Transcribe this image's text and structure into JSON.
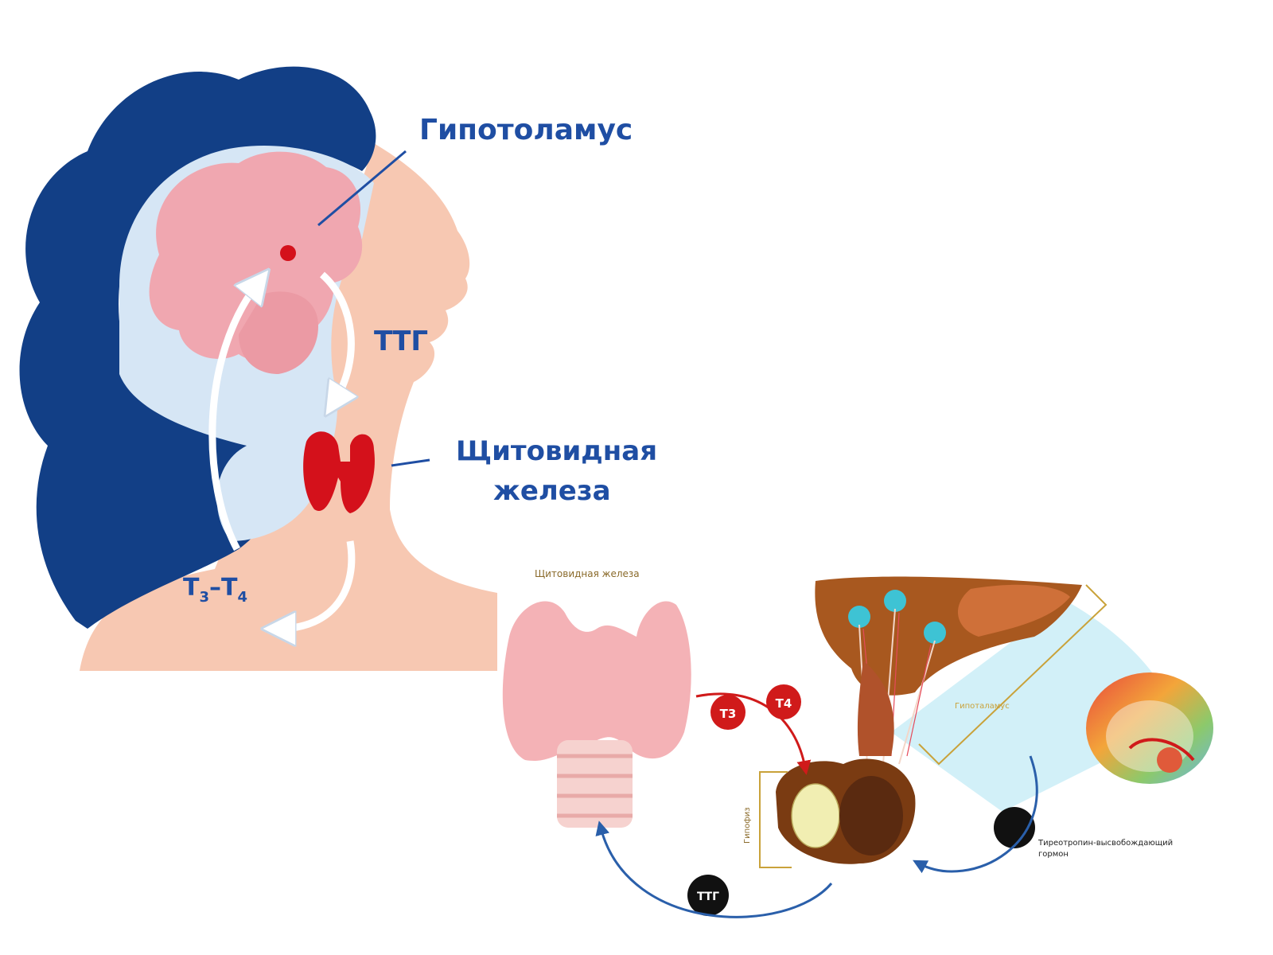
{
  "top": {
    "label_hypothalamus": "Гипотоламус",
    "label_tsh": "ТТГ",
    "label_thyroid_1": "Щитовидная",
    "label_thyroid_2": "железа",
    "label_hormones": "T",
    "sub_3": "3",
    "dash": "–T",
    "sub_4": "4"
  },
  "bottom": {
    "label_thyroid": "Щитовидная железа",
    "label_hypothalamus": "Гипоталамус",
    "label_pituitary": "Гипофиз",
    "label_trh_1": "Тиреотропин-высвобождающий",
    "label_trh_2": "гормон",
    "badge_t3": "T3",
    "badge_t4": "T4",
    "badge_tsh": "ТТГ"
  },
  "colors": {
    "hair": "#123f86",
    "skin": "#f7c8b2",
    "brain": "#f0a7b0",
    "head_outline": "#d6e6f5",
    "thyroid": "#d4111b",
    "label_blue": "#1f4ea3",
    "badge_red": "#d01a1a",
    "badge_black": "#111111",
    "arrow_blue": "#2a5faa",
    "light_blue": "#cdeef7"
  }
}
